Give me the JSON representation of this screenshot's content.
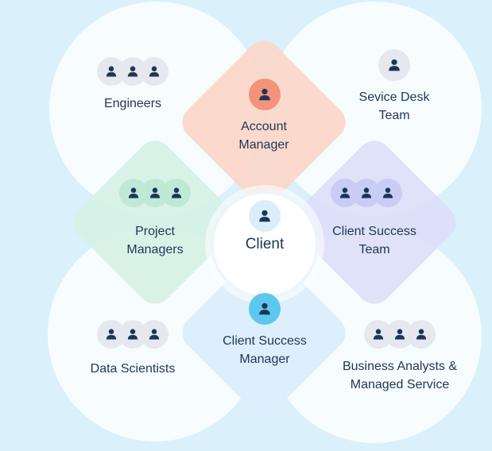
{
  "roles": {
    "engineers": {
      "label": "Engineers",
      "icon": "people-group-icon"
    },
    "service_desk": {
      "line1": "Sevice Desk",
      "line2": "Team",
      "icon": "person-icon"
    },
    "account_manager": {
      "line1": "Account",
      "line2": "Manager",
      "icon": "person-icon"
    },
    "project_managers": {
      "line1": "Project",
      "line2": "Managers",
      "icon": "people-group-icon"
    },
    "client": {
      "label": "Client",
      "icon": "person-icon"
    },
    "client_success_team": {
      "line1": "Client Success",
      "line2": "Team",
      "icon": "people-group-icon"
    },
    "data_scientists": {
      "label": "Data Scientists",
      "icon": "people-group-icon"
    },
    "client_success_manager": {
      "line1": "Client Success",
      "line2": "Manager",
      "icon": "person-icon"
    },
    "business_analysts": {
      "line1": "Business Analysts &",
      "line2": "Managed Service",
      "icon": "people-group-icon"
    }
  },
  "colors": {
    "background": "#daf0fb",
    "account_manager": "#fbd7c9",
    "project_managers": "#d6f1e5",
    "client_success_team": "#dcdff9",
    "client_success_manager": "#dbeefc",
    "icon_dark": "#1e3655",
    "accent_peach": "#f2937a",
    "accent_blue": "#5dc7ef"
  }
}
